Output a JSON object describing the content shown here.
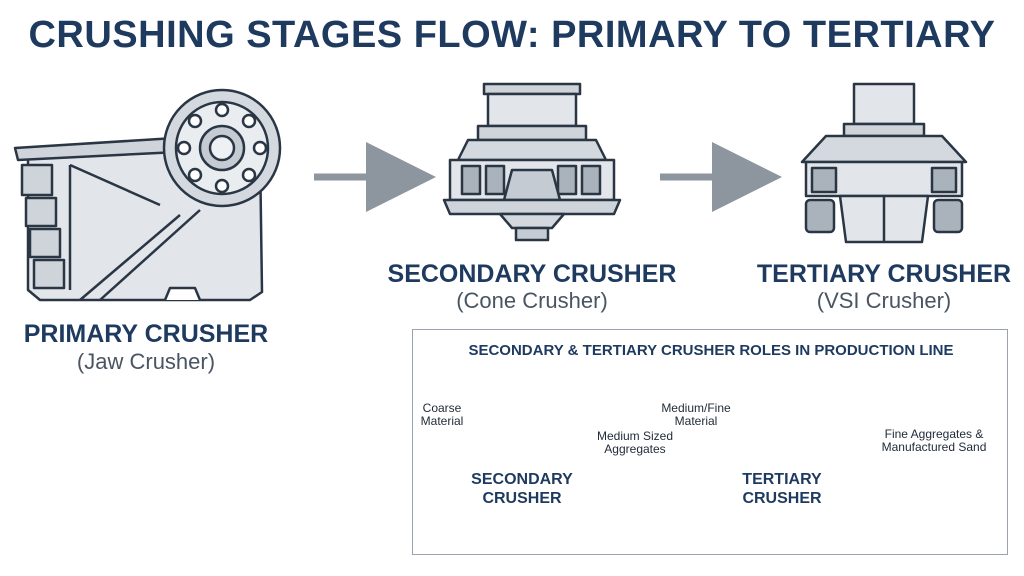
{
  "title": "CRUSHING STAGES FLOW: PRIMARY TO TERTIARY",
  "stages": [
    {
      "name": "PRIMARY CRUSHER",
      "sub": "(Jaw Crusher)"
    },
    {
      "name": "SECONDARY CRUSHER",
      "sub": "(Cone Crusher)"
    },
    {
      "name": "TERTIARY CRUSHER",
      "sub": "(VSI Crusher)"
    }
  ],
  "panel": {
    "title": "SECONDARY & TERTIARY CRUSHER ROLES IN PRODUCTION LINE",
    "labels": {
      "coarse": "Coarse Material",
      "medium_sized": "Medium Sized Aggregates",
      "medium_fine": "Medium/Fine Material",
      "fine": "Fine Aggregates & Manufactured Sand",
      "secondary_line1": "SECONDARY",
      "secondary_line2": "CRUSHER",
      "tertiary_line1": "TERTIARY",
      "tertiary_line2": "CRUSHER"
    }
  },
  "colors": {
    "navy": "#1e3a5f",
    "machine_fill": "#e2e6ea",
    "machine_dark": "#aab3bc",
    "outline": "#2b3645",
    "arrow": "#8d959e"
  }
}
